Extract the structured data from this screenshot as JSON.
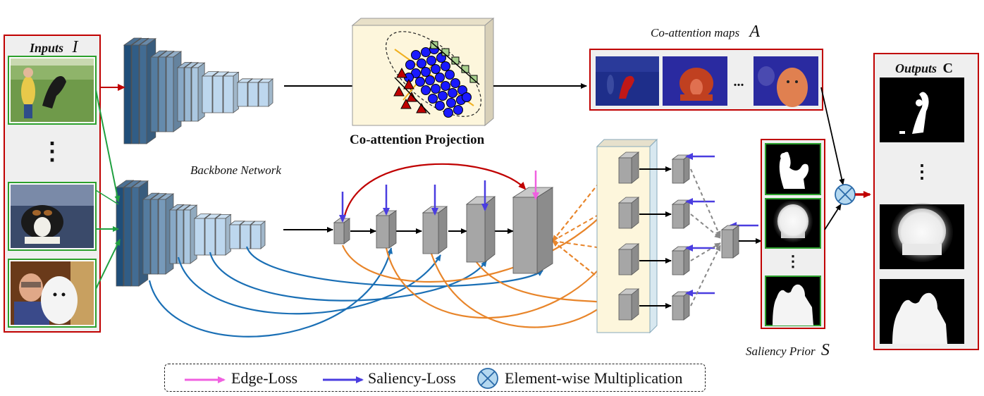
{
  "inputs": {
    "title": "Inputs",
    "var": "I",
    "ellipsis": "⋮",
    "images": [
      "dog-photo-1",
      "dog-photo-2",
      "dog-photo-3"
    ]
  },
  "projection": {
    "label": "Co-attention Projection"
  },
  "coattention": {
    "title": "Co-attention maps",
    "var": "A",
    "ellipsis": "..."
  },
  "backbone": {
    "label": "Backbone Network"
  },
  "saliency": {
    "title": "Saliency Prior",
    "var": "S",
    "ellipsis": "⋮"
  },
  "outputs": {
    "title": "Outputs",
    "var": "C",
    "ellipsis": "⋮"
  },
  "legend": {
    "edge_loss": "Edge-Loss",
    "saliency_loss": "Saliency-Loss",
    "multiplication": "Element-wise Multiplication"
  },
  "colors": {
    "red_arrow": "#c00000",
    "green_arrow": "#20a040",
    "blue_curve": "#1a6fb5",
    "orange_curve": "#e8852a",
    "saliency_arrow": "#4a3de0",
    "edge_arrow": "#f060e0",
    "cube_dark": "#1f4e79",
    "cube_light": "#bdd7ee",
    "gray_block": "#a6a6a6",
    "panel_border": "#c00000",
    "image_border": "#2ca02c",
    "multiply_fill": "#b4d8f0"
  }
}
